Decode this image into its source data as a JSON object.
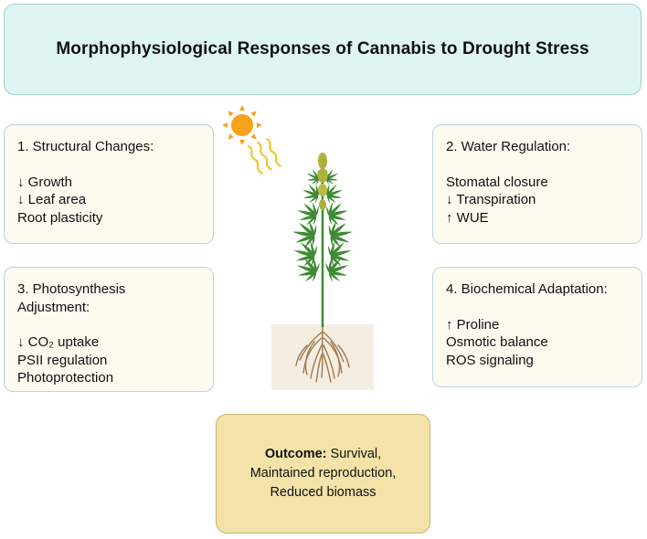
{
  "title": "Morphophysiological Responses of Cannabis to Drought Stress",
  "cards": {
    "structural": {
      "heading": "1. Structural Changes:",
      "items": [
        "↓ Growth",
        "↓ Leaf area",
        "Root plasticity"
      ]
    },
    "water": {
      "heading": "2. Water Regulation:",
      "items": [
        "Stomatal closure",
        "↓ Transpiration",
        "↑ WUE"
      ]
    },
    "photosynthesis": {
      "heading_line1": "3. Photosynthesis",
      "heading_line2": "Adjustment:",
      "items": [
        "↓ CO₂ uptake",
        "PSII regulation",
        "Photoprotection"
      ]
    },
    "biochemical": {
      "heading": "4. Biochemical Adaptation:",
      "items": [
        "↑ Proline",
        "Osmotic balance",
        "ROS signaling"
      ]
    }
  },
  "outcome": {
    "label": "Outcome:",
    "line1": "Survival,",
    "line2": "Maintained reproduction,",
    "line3": "Reduced biomass"
  },
  "colors": {
    "title_bg": "#dff5f4",
    "card_bg": "#fdfaf0",
    "outcome_bg": "#f3e3a8",
    "sun": "#f6a21a",
    "leaf": "#3f8a34",
    "root": "#a0784b"
  },
  "icons": [
    "sun-icon",
    "cannabis-plant-icon",
    "roots-icon"
  ]
}
